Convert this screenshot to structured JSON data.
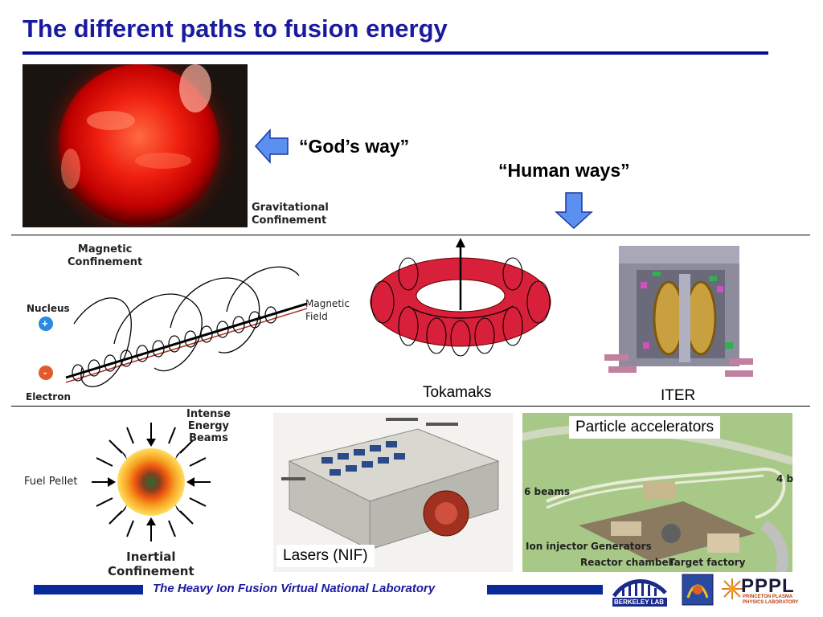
{
  "slide": {
    "title": "The different paths to fusion energy"
  },
  "gravitational": {
    "quote": "“God’s way”",
    "label_line1": "Gravitational",
    "label_line2": "Confinement"
  },
  "human": {
    "quote": "“Human ways”"
  },
  "magnetic": {
    "label_line1": "Magnetic",
    "label_line2": "Confinement",
    "nucleus": "Nucleus",
    "electron": "Electron",
    "field_line1": "Magnetic",
    "field_line2": "Field",
    "plus": "+",
    "minus": "-",
    "tokamaks": "Tokamaks",
    "iter": "ITER"
  },
  "inertial": {
    "beams_line1": "Intense",
    "beams_line2": "Energy",
    "beams_line3": "Beams",
    "pellet": "Fuel Pellet",
    "label_line1": "Inertial",
    "label_line2": "Confinement",
    "lasers": "Lasers (NIF)",
    "accelerators": "Particle accelerators",
    "acc_beams": "6 beams",
    "acc_injector": "Ion injector",
    "acc_generators": "Generators",
    "acc_reactor": "Reactor chamber",
    "acc_target": "Target factory",
    "acc_edge": "4 b"
  },
  "footer": {
    "text": "The Heavy Ion Fusion Virtual National Laboratory",
    "berkeley": "BERKELEY LAB",
    "pppl": "PPPL",
    "pppl_sub1": "PRINCETON PLASMA",
    "pppl_sub2": "PHYSICS LABORATORY"
  },
  "colors": {
    "title": "#1a1aa0",
    "rule": "#0a0a9a",
    "arrow": "#5b8ff0",
    "footer_bar": "#0a2a9a"
  }
}
